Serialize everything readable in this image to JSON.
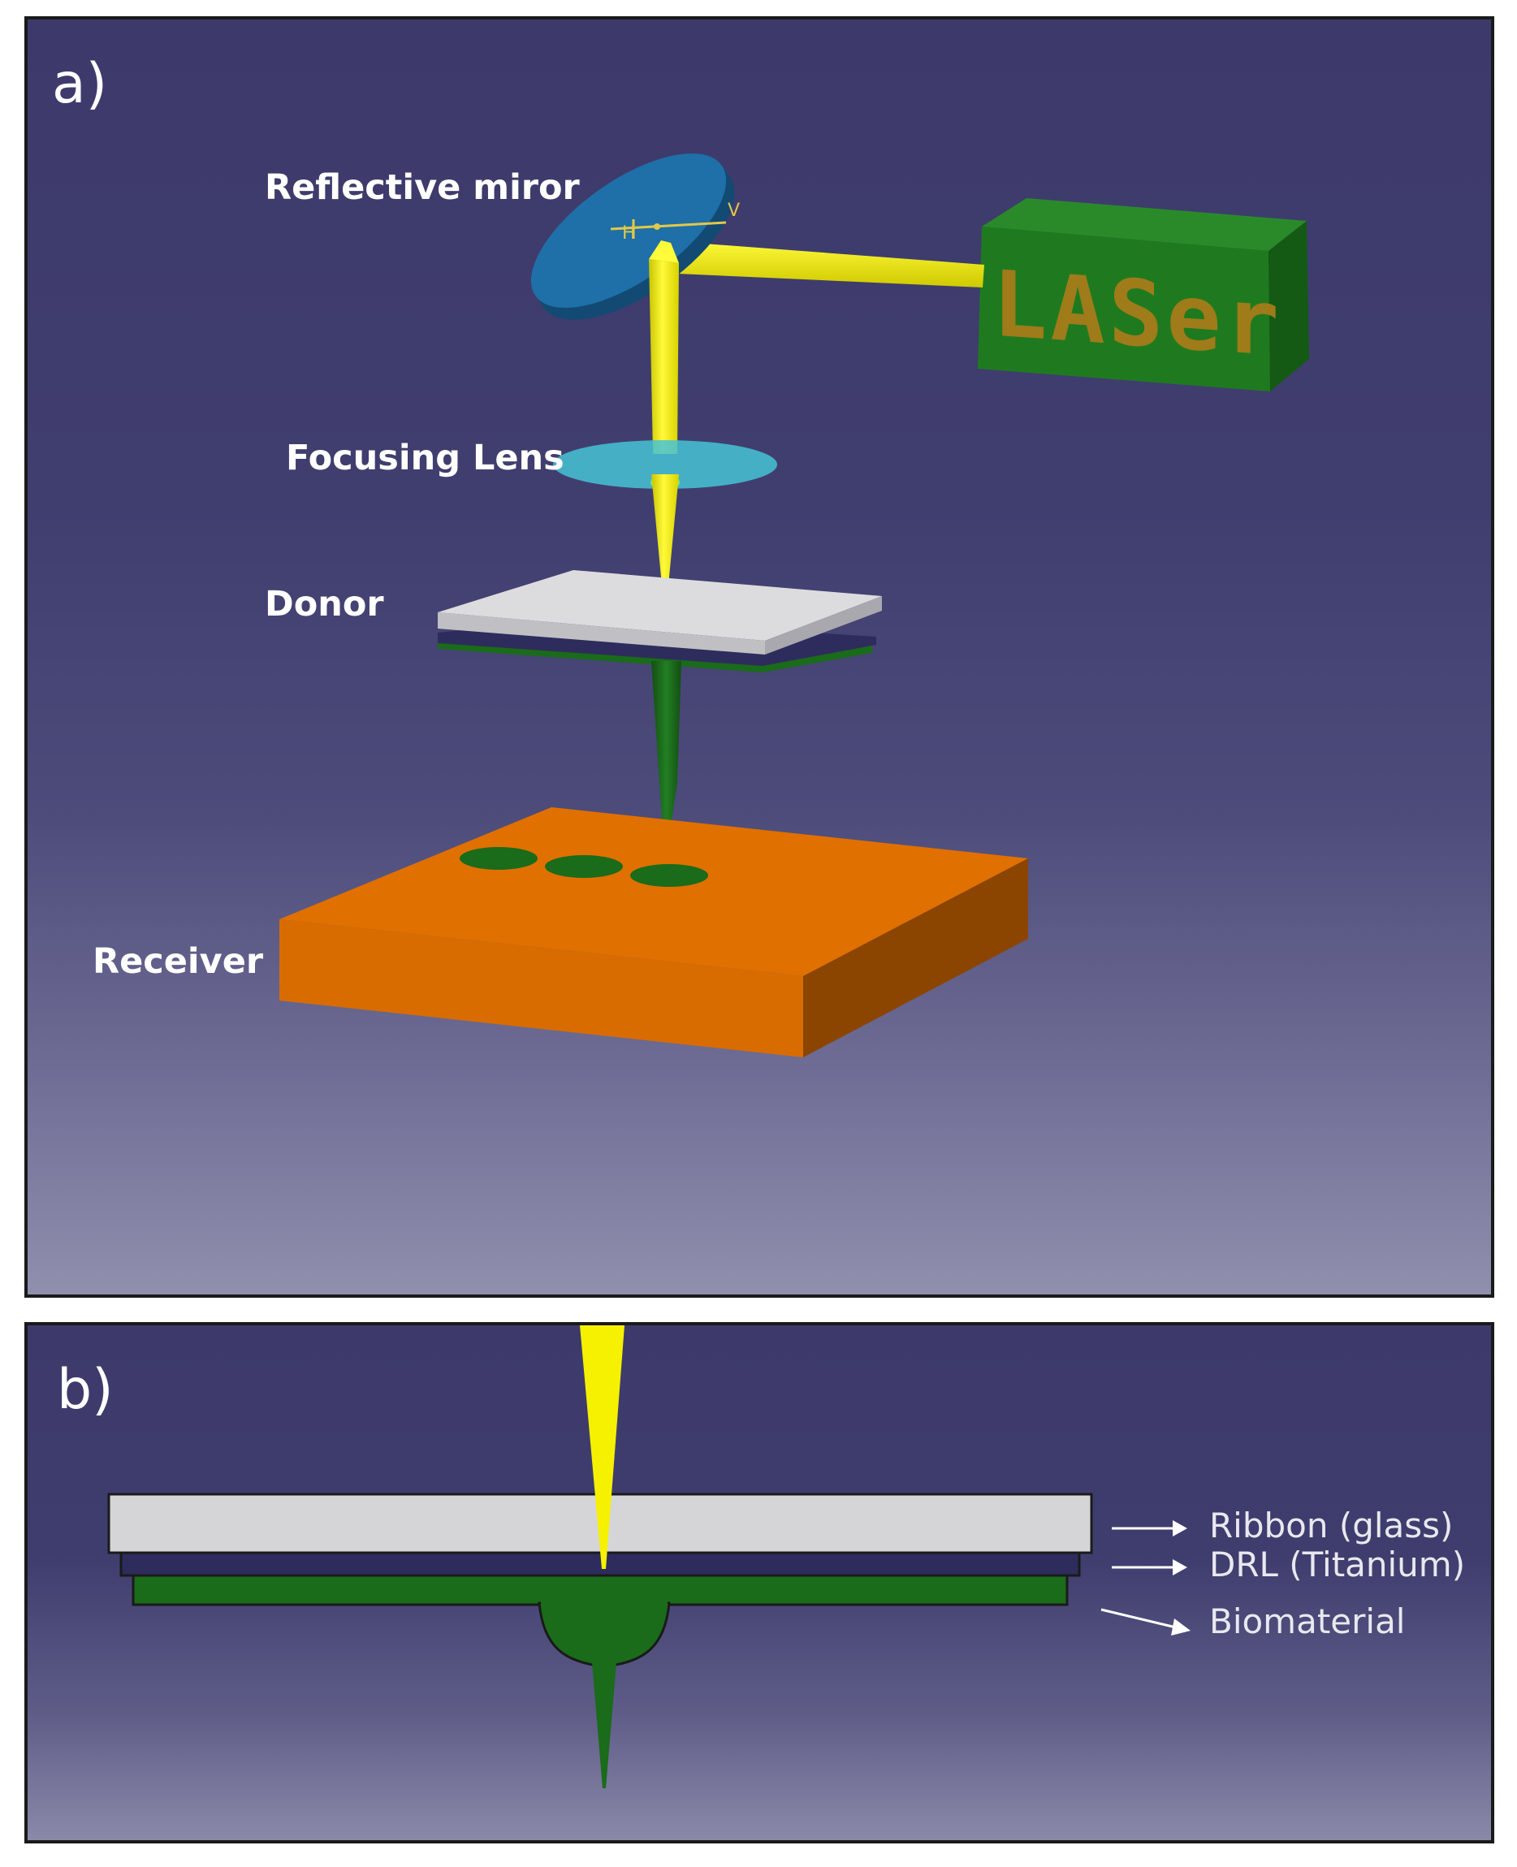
{
  "panel_a": {
    "letter": "a)",
    "labels": {
      "mirror": "Reflective miror",
      "lens": "Focusing Lens",
      "donor": "Donor",
      "receiver": "Receiver"
    },
    "laser_box_text": "LASer",
    "mirror_axis_h": "H",
    "mirror_axis_v": "V"
  },
  "panel_b": {
    "letter": "b)",
    "layers": [
      {
        "label": "Ribbon (glass)"
      },
      {
        "label": "DRL (Titanium)"
      },
      {
        "label": "Biomaterial"
      }
    ]
  },
  "colors": {
    "background_top": "#3d3a6b",
    "laser_beam": "#f5f100",
    "laser_box": "#1f7a1f",
    "laser_text": "#a67c1a",
    "mirror": "#1f6fa8",
    "lens": "#47c3d6",
    "donor_glass": "#d9d9dc",
    "biomaterial": "#1a6b1a",
    "receiver": "#d86c00",
    "drl_layer": "#2e2c5c"
  }
}
